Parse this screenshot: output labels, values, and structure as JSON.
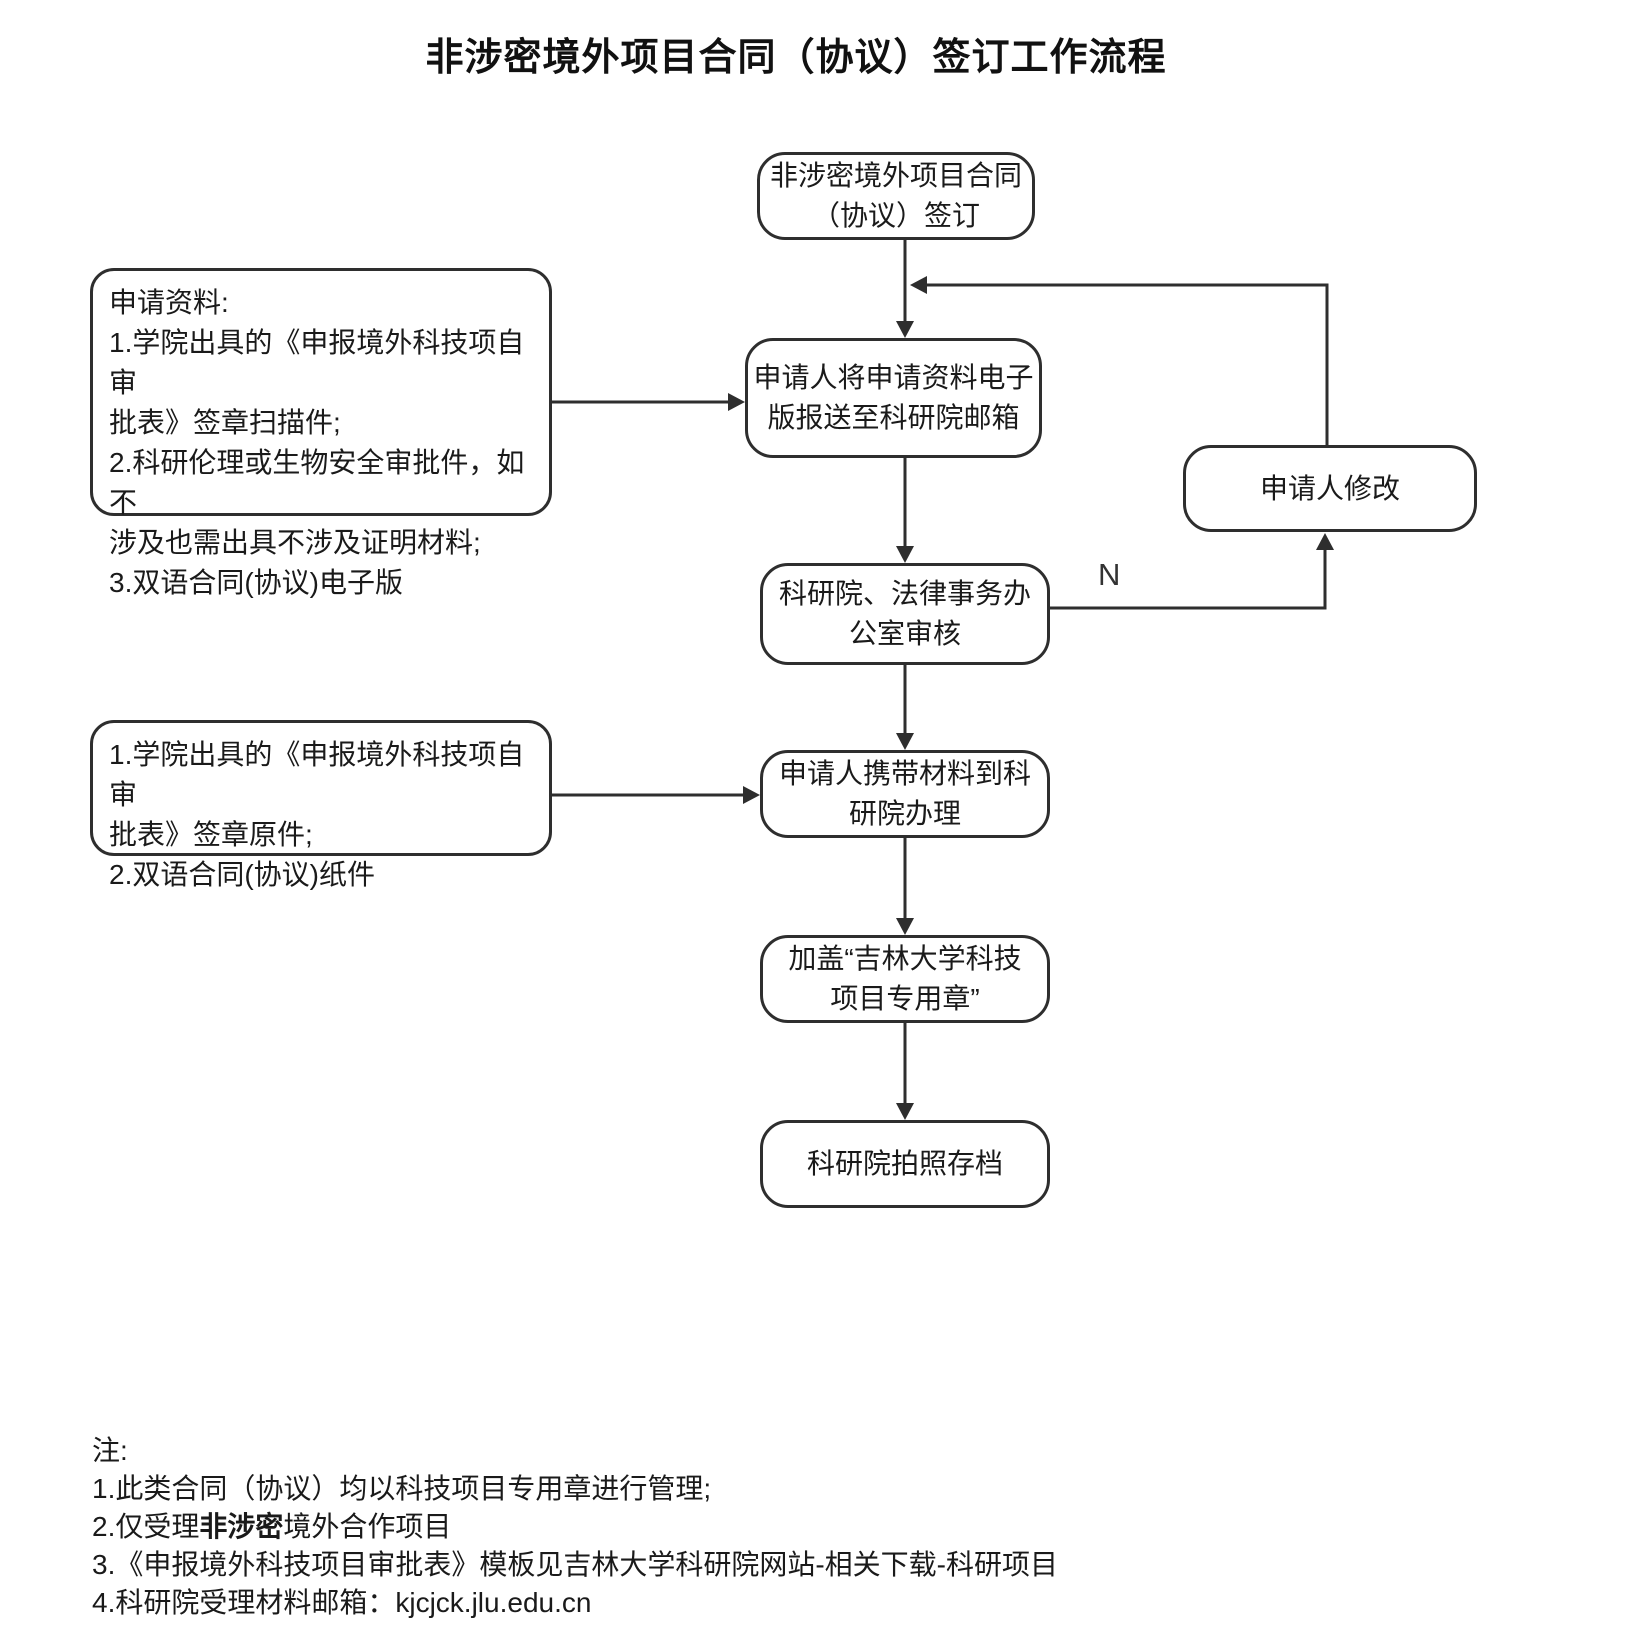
{
  "title": "非涉密境外项目合同（协议）签订工作流程",
  "colors": {
    "stroke": "#2e2e2e",
    "text": "#1a1a1a"
  },
  "flowchart": {
    "nodes": {
      "start": {
        "lines": [
          "非涉密境外项目合同",
          "（协议）签订"
        ]
      },
      "submit": {
        "lines": [
          "申请人将申请资料电子",
          "版报送至科研院邮箱"
        ]
      },
      "review": {
        "lines": [
          "科研院、法律事务办",
          "公室审核"
        ]
      },
      "modify": {
        "lines": [
          "申请人修改"
        ]
      },
      "bring": {
        "lines": [
          "申请人携带材料到科",
          "研院办理"
        ]
      },
      "stamp": {
        "lines": [
          "加盖“吉林大学科技",
          "项目专用章”"
        ]
      },
      "archive": {
        "lines": [
          "科研院拍照存档"
        ]
      }
    },
    "branch_labels": {
      "review_fail": "N"
    },
    "annotations": {
      "materials_electronic": {
        "lines": [
          "申请资料:",
          "1.学院出具的《申报境外科技项自审",
          "批表》签章扫描件;",
          "2.科研伦理或生物安全审批件，如不",
          "涉及也需出具不涉及证明材料;",
          "3.双语合同(协议)电子版"
        ]
      },
      "materials_paper": {
        "lines": [
          "1.学院出具的《申报境外科技项自审",
          "批表》签章原件;",
          "2.双语合同(协议)纸件"
        ]
      }
    }
  },
  "notes": {
    "heading": "注:",
    "line1": "1.此类合同（协议）均以科技项目专用章进行管理;",
    "line2_prefix": "2.仅受理",
    "line2_bold": "非涉密",
    "line2_suffix": "境外合作项目",
    "line3": "3.《申报境外科技项目审批表》模板见吉林大学科研院网站-相关下载-科研项目",
    "line4": "4.科研院受理材料邮箱：kjcjck.jlu.edu.cn"
  }
}
